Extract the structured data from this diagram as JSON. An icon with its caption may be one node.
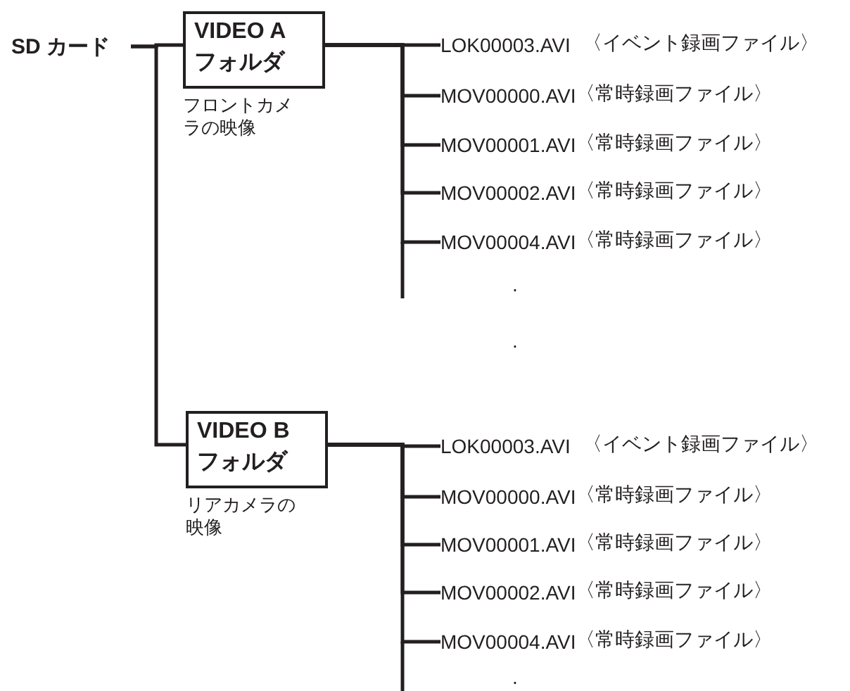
{
  "diagram": {
    "nodes": [
      {
        "text": [
          "SD カード"
        ]
      },
      {
        "text": [
          "VIDEO A フォルダ"
        ],
        "beside": [
          "フロントカメラの映像"
        ]
      },
      {
        "text": [
          "LOK00003.AVI",
          "〈イベント録画ファイル〉"
        ]
      },
      {
        "text": [
          "MOV00000.AVI",
          "〈常時録画ファイル〉"
        ]
      },
      {
        "text": [
          "MOV00001.AVI",
          "〈常時録画ファイル〉"
        ]
      },
      {
        "text": [
          "MOV00002.AVI",
          "〈常時録画ファイル〉"
        ]
      },
      {
        "text": [
          "MOV00004.AVI",
          "〈常時録画ファイル〉"
        ]
      },
      {
        "text": [
          "VIDEO B フォルダ"
        ],
        "beside": [
          "リアカメラの映像"
        ]
      },
      {
        "text": [
          "LOK00003.AVI",
          "〈イベント録画ファイル〉"
        ]
      },
      {
        "text": [
          "MOV00000.AVI",
          "〈常時録画ファイル〉"
        ]
      },
      {
        "text": [
          "MOV00001.AVI",
          "〈常時録画ファイル〉"
        ]
      },
      {
        "text": [
          "MOV00002.AVI",
          "〈常時録画ファイル〉"
        ]
      },
      {
        "text": [
          "MOV00004.AVI",
          "〈常時録画ファイル〉"
        ]
      }
    ],
    "edges": [
      {
        "from": 0,
        "to": 1,
        "arrow": "none"
      },
      {
        "from": 0,
        "to": 7,
        "arrow": "none"
      },
      {
        "from": 1,
        "to": 2,
        "arrow": "none"
      },
      {
        "from": 1,
        "to": 3,
        "arrow": "none"
      },
      {
        "from": 1,
        "to": 4,
        "arrow": "none"
      },
      {
        "from": 1,
        "to": 5,
        "arrow": "none"
      },
      {
        "from": 1,
        "to": 6,
        "arrow": "none"
      },
      {
        "from": 7,
        "to": 8,
        "arrow": "none"
      },
      {
        "from": 7,
        "to": 9,
        "arrow": "none"
      },
      {
        "from": 7,
        "to": 10,
        "arrow": "none"
      },
      {
        "from": 7,
        "to": 11,
        "arrow": "none"
      },
      {
        "from": 7,
        "to": 12,
        "arrow": "none"
      }
    ],
    "labels": [
      ".",
      ".",
      "."
    ]
  }
}
